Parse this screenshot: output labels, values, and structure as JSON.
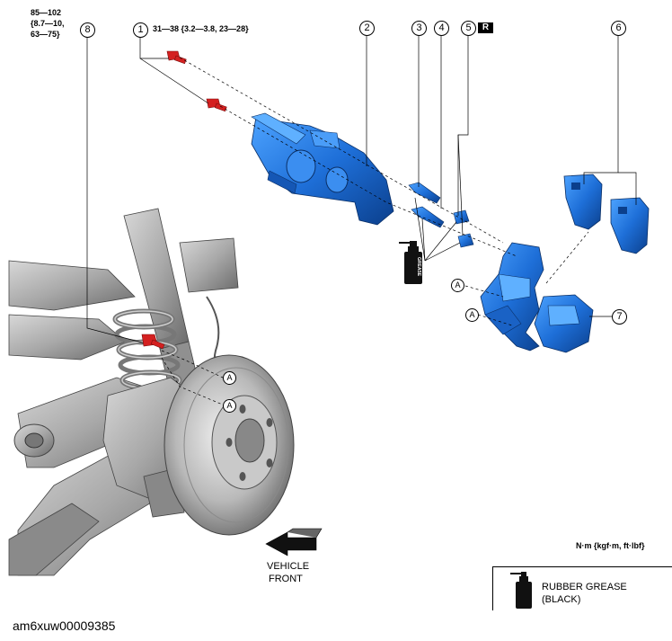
{
  "torque_8": {
    "line1": "85—102",
    "line2": "{8.7—10,",
    "line3": "63—75}"
  },
  "torque_1": "31—38 {3.2—3.8, 23—28}",
  "callouts": [
    "1",
    "2",
    "3",
    "4",
    "5",
    "6",
    "7",
    "8"
  ],
  "reference_marker": "A",
  "replace_marker": "R",
  "grease_can_label": "GREASE",
  "direction": {
    "line1": "VEHICLE",
    "line2": "FRONT"
  },
  "units": "N·m {kgf·m, ft·lbf}",
  "legend": {
    "line1": "RUBBER GREASE",
    "line2": "(BLACK)"
  },
  "image_id": "am6xuw00009385",
  "colors": {
    "part_blue": "#1e6fd8",
    "bolt_red": "#d42020",
    "suspension_gray": "#9a9a9a"
  }
}
